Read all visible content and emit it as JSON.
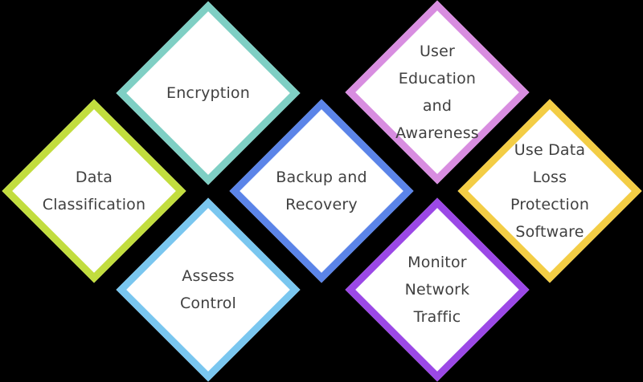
{
  "diagram": {
    "items": [
      {
        "id": "encryption",
        "lines": [
          "Encryption"
        ],
        "color": "#7fcfc4"
      },
      {
        "id": "user-education",
        "lines": [
          "User",
          "Education",
          "and",
          "Awareness"
        ],
        "color": "#d88de0"
      },
      {
        "id": "data-classification",
        "lines": [
          "Data",
          "Classification"
        ],
        "color": "#c2dd3e"
      },
      {
        "id": "backup-recovery",
        "lines": [
          "Backup and",
          "Recovery"
        ],
        "color": "#5b84e8"
      },
      {
        "id": "data-loss-protection",
        "lines": [
          "Use Data",
          "Loss",
          "Protection",
          "Software"
        ],
        "color": "#f3cd45"
      },
      {
        "id": "assess-control",
        "lines": [
          "Assess",
          "Control"
        ],
        "color": "#79c6ef"
      },
      {
        "id": "monitor-network",
        "lines": [
          "Monitor",
          "Network",
          "Traffic"
        ],
        "color": "#9b48e6"
      }
    ]
  }
}
